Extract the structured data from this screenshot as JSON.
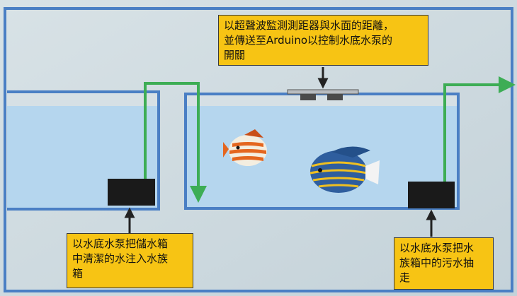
{
  "callouts": {
    "sensor": "以超聲波監測測距器與水面的距離，\n並傳送至Arduino以控制水底水泵的\n開關",
    "pump_left": "以水底水泵把儲水箱\n中清潔的水注入水族\n箱",
    "pump_right": "以水底水泵把水\n族箱中的污水抽\n走"
  },
  "colors": {
    "frame": "#4a7fc4",
    "water": "#b5d6ee",
    "pipe": "#3dad55",
    "callout_bg": "#f7c414",
    "pump": "#1a1a1a"
  },
  "icons": [
    "ultrasonic-sensor-icon",
    "fish-butterflyfish-icon",
    "fish-angelfish-icon",
    "water-pump-icon"
  ]
}
